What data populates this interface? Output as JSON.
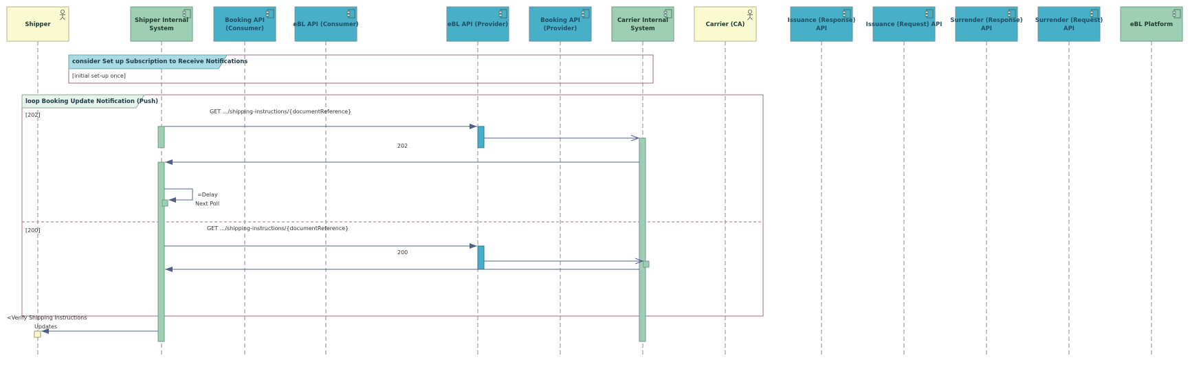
{
  "participants": [
    {
      "id": "shipper",
      "kind": "actor",
      "lines": [
        "Shipper"
      ]
    },
    {
      "id": "shipper-internal",
      "kind": "internal",
      "lines": [
        "Shipper Internal",
        "System"
      ]
    },
    {
      "id": "booking-api-consumer",
      "kind": "api",
      "lines": [
        "Booking API",
        "(Consumer)"
      ]
    },
    {
      "id": "ebl-api-consumer",
      "kind": "api",
      "lines": [
        "eBL API (Consumer)"
      ]
    },
    {
      "id": "ebl-api-provider",
      "kind": "api",
      "lines": [
        "eBL API (Provider)"
      ]
    },
    {
      "id": "booking-api-provider",
      "kind": "api",
      "lines": [
        "Booking API",
        "(Provider)"
      ]
    },
    {
      "id": "carrier-internal",
      "kind": "internal",
      "lines": [
        "Carrier Internal",
        "System"
      ]
    },
    {
      "id": "carrier-ca",
      "kind": "actor",
      "lines": [
        "Carrier (CA)"
      ]
    },
    {
      "id": "issuance-response",
      "kind": "api",
      "lines": [
        "Issuance (Response)",
        "API"
      ]
    },
    {
      "id": "issuance-request",
      "kind": "api",
      "lines": [
        "Issuance (Request) API"
      ]
    },
    {
      "id": "surrender-response",
      "kind": "api",
      "lines": [
        "Surrender (Response)",
        "API"
      ]
    },
    {
      "id": "surrender-request",
      "kind": "api",
      "lines": [
        "Surrender (Request)",
        "API"
      ]
    },
    {
      "id": "ebl-platform",
      "kind": "internal",
      "lines": [
        "eBL Platform"
      ]
    }
  ],
  "fragments": {
    "subscription": {
      "title": "consider Set up Subscription to Receive Notifications",
      "guard": "[initial set-up once]"
    },
    "loop": {
      "title": "loop Booking Update Notification (Push)",
      "guard_202": "[202]",
      "guard_200": "[200]"
    }
  },
  "messages": {
    "get_1": "GET .../shipping-instructions/{documentReference}",
    "resp_202": "202",
    "delay_line1": "=Delay",
    "delay_line2": "Next Poll",
    "get_2": "GET .../shipping-instructions/{documentReference}",
    "resp_200": "200",
    "verify_line1": "<Verify Shipping Instructions",
    "verify_line2": "Updates"
  }
}
